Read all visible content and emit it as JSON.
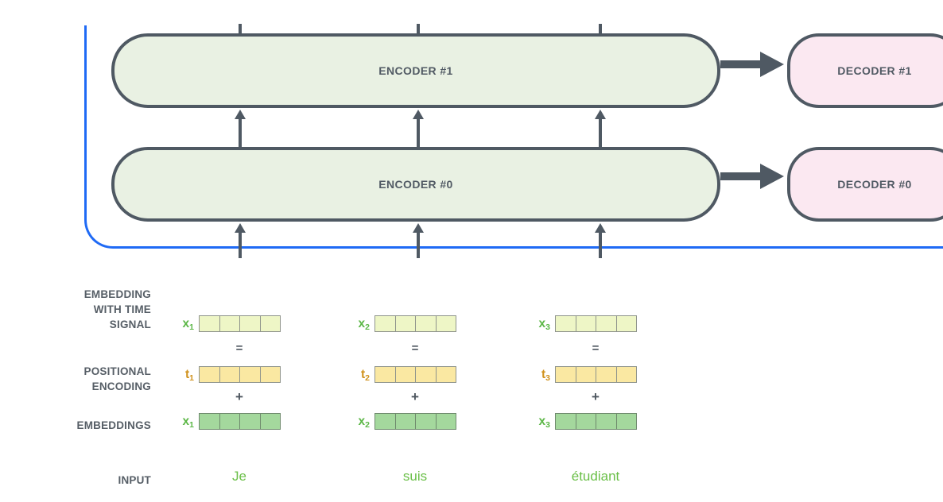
{
  "encoder_stack": {
    "encoders": [
      {
        "label": "ENCODER #1"
      },
      {
        "label": "ENCODER #0"
      }
    ],
    "decoders": [
      {
        "label": "DECODER #1"
      },
      {
        "label": "DECODER #0"
      }
    ]
  },
  "row_labels": {
    "embedding_with_time_signal": "EMBEDDING\nWITH TIME\nSIGNAL",
    "positional_encoding": "POSITIONAL\nENCODING",
    "embeddings": "EMBEDDINGS",
    "input": "INPUT"
  },
  "columns": [
    {
      "x_time": {
        "base": "x",
        "sub": "1"
      },
      "equals": "=",
      "t": {
        "base": "t",
        "sub": "1"
      },
      "plus": "+",
      "x_embedding": {
        "base": "x",
        "sub": "1"
      },
      "input_word": "Je",
      "vector_cells": 4
    },
    {
      "x_time": {
        "base": "x",
        "sub": "2"
      },
      "equals": "=",
      "t": {
        "base": "t",
        "sub": "2"
      },
      "plus": "+",
      "x_embedding": {
        "base": "x",
        "sub": "2"
      },
      "input_word": "suis",
      "vector_cells": 4
    },
    {
      "x_time": {
        "base": "x",
        "sub": "3"
      },
      "equals": "=",
      "t": {
        "base": "t",
        "sub": "3"
      },
      "plus": "+",
      "x_embedding": {
        "base": "x",
        "sub": "3"
      },
      "input_word": "étudiant",
      "vector_cells": 4
    }
  ],
  "colors": {
    "encoder_fill": "#e9f1e3",
    "decoder_fill": "#fbe8f1",
    "box_border": "#4f5963",
    "arrow": "#4f5963",
    "boundary_blue": "#1f6af5",
    "vector_time_signal_fill": "#eef6c6",
    "vector_positional_fill": "#fae8a2",
    "vector_embedding_fill": "#a4d89d",
    "x_label_green": "#5cb747",
    "t_label_amber": "#d0921d",
    "dark_text": "#4d565f",
    "input_word_green": "#6abf47"
  }
}
